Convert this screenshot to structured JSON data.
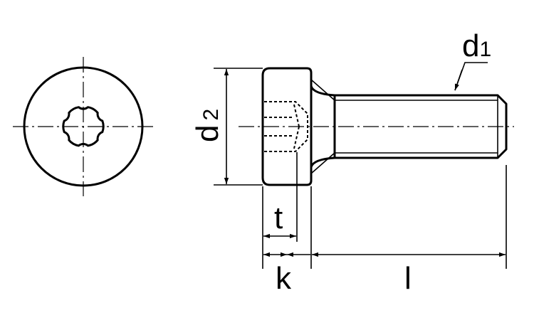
{
  "labels": {
    "d1_main": "d",
    "d1_sub": "1",
    "d2_main": "d",
    "d2_sub": "2",
    "t": "t",
    "k": "k",
    "l": "l"
  },
  "colors": {
    "line": "#000000",
    "background": "#ffffff"
  }
}
